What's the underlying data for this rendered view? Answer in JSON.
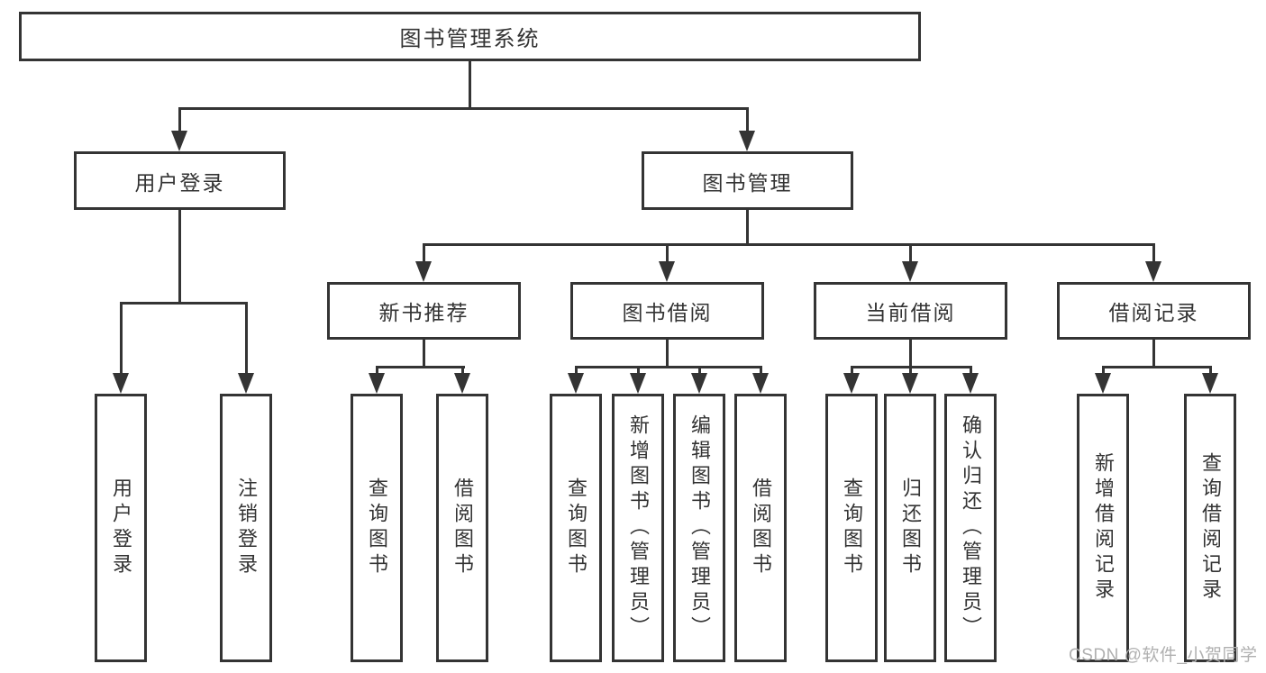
{
  "diagram_title": "图书管理系统",
  "watermark_text": "CSDN @软件_小贺同学",
  "colors": {
    "line": "#343434",
    "text": "#333333",
    "box_fill": "#ffffff",
    "watermark": "#b0b0b0",
    "background": "#ffffff"
  },
  "nodes": {
    "root": {
      "label": "图书管理系统"
    },
    "level2": [
      {
        "id": "user-login",
        "label": "用户登录",
        "parent": "图书管理系统"
      },
      {
        "id": "book-management",
        "label": "图书管理",
        "parent": "图书管理系统"
      }
    ],
    "level3": [
      {
        "id": "new-book-recommend",
        "label": "新书推荐",
        "parent": "图书管理"
      },
      {
        "id": "book-borrowing",
        "label": "图书借阅",
        "parent": "图书管理"
      },
      {
        "id": "current-borrowing",
        "label": "当前借阅",
        "parent": "图书管理"
      },
      {
        "id": "borrowing-records",
        "label": "借阅记录",
        "parent": "图书管理"
      }
    ],
    "leaves": [
      {
        "id": "user-login",
        "label": "用户登录",
        "parent": "用户登录"
      },
      {
        "id": "logout",
        "label": "注销登录",
        "parent": "用户登录"
      },
      {
        "id": "query-books-recommend",
        "label": "查询图书",
        "parent": "新书推荐"
      },
      {
        "id": "borrow-books-recommend",
        "label": "借阅图书",
        "parent": "新书推荐"
      },
      {
        "id": "query-books-borrowing",
        "label": "查询图书",
        "parent": "图书借阅"
      },
      {
        "id": "add-books-admin",
        "label": "新增图书（管理员）",
        "parent": "图书借阅"
      },
      {
        "id": "edit-books-admin",
        "label": "编辑图书（管理员）",
        "parent": "图书借阅"
      },
      {
        "id": "borrow-books-borrowing",
        "label": "借阅图书",
        "parent": "图书借阅"
      },
      {
        "id": "query-books-current",
        "label": "查询图书",
        "parent": "当前借阅"
      },
      {
        "id": "return-books",
        "label": "归还图书",
        "parent": "当前借阅"
      },
      {
        "id": "confirm-return-admin",
        "label": "确认归还（管理员）",
        "parent": "当前借阅"
      },
      {
        "id": "add-borrow-record",
        "label": "新增借阅记录",
        "parent": "借阅记录"
      },
      {
        "id": "query-borrow-record",
        "label": "查询借阅记录",
        "parent": "借阅记录"
      }
    ]
  }
}
